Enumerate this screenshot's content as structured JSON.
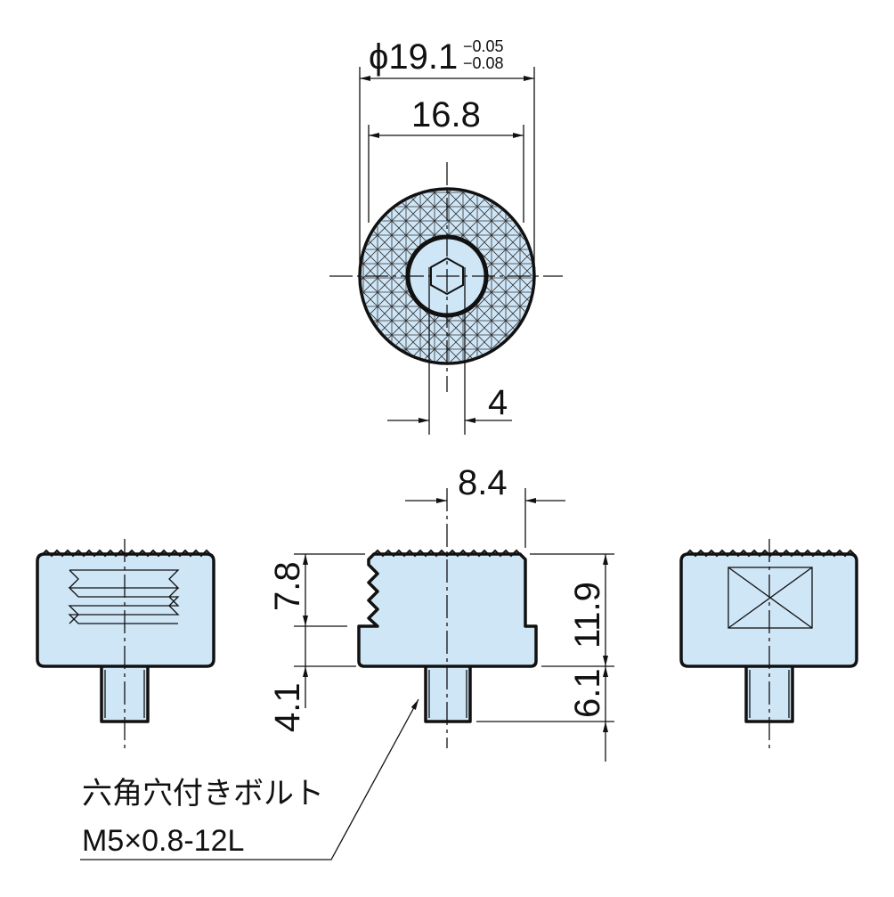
{
  "title": "Knurled thumb screw cap drawing",
  "colors": {
    "fill": "#cfe6f7",
    "line": "#111111"
  },
  "dimensions": {
    "outer_diameter": "ϕ19.1",
    "outer_tol_upper": "−0.05",
    "outer_tol_lower": "−0.08",
    "knurl_width": "16.8",
    "hex_size": "4",
    "offset": "8.4",
    "upper_height": "7.8",
    "flange_height": "4.1",
    "body_height": "11.9",
    "pin_length": "6.1"
  },
  "callout": {
    "line1": "六角穴付きボルト",
    "line2": "M5×0.8-12L"
  }
}
